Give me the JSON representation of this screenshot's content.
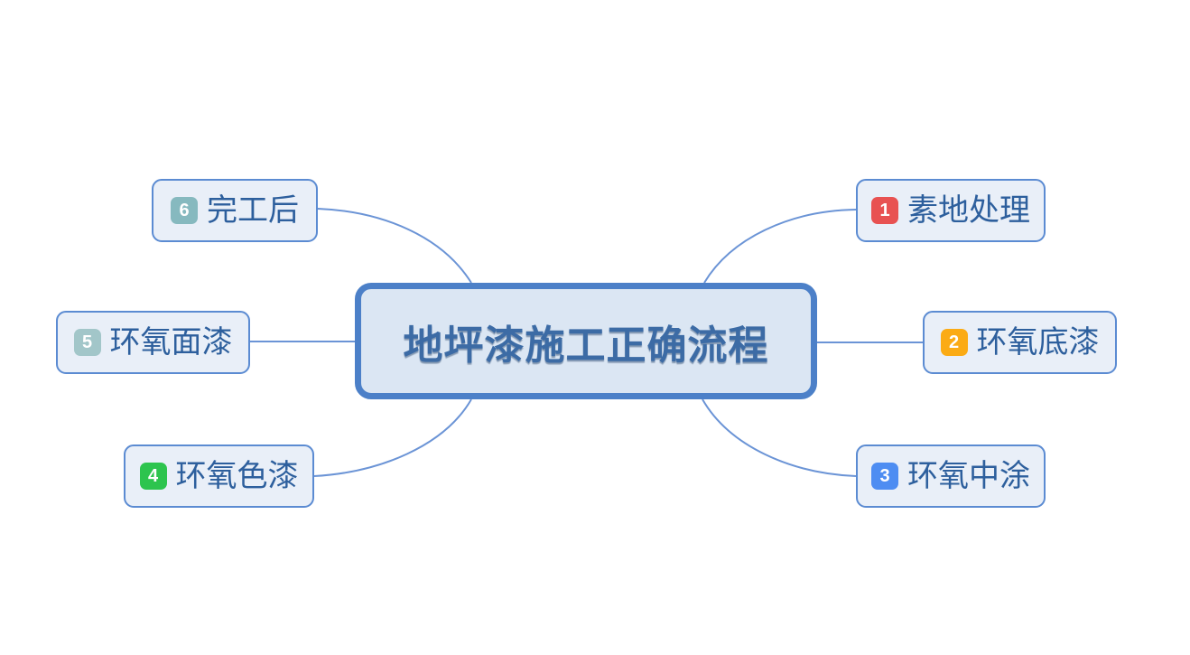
{
  "center": {
    "title": "地坪漆施工正确流程",
    "fill": "#dbe6f3",
    "border_color": "#4c80c8",
    "text_color": "#3c6ba5"
  },
  "nodes": [
    {
      "badge": "1",
      "label": "素地处理",
      "badge_color": "#e85252"
    },
    {
      "badge": "2",
      "label": "环氧底漆",
      "badge_color": "#fbab15"
    },
    {
      "badge": "3",
      "label": "环氧中涂",
      "badge_color": "#4e8df2"
    },
    {
      "badge": "4",
      "label": "环氧色漆",
      "badge_color": "#2dc44e"
    },
    {
      "badge": "5",
      "label": "环氧面漆",
      "badge_color": "#a2c6c9"
    },
    {
      "badge": "6",
      "label": "完工后",
      "badge_color": "#86b9bf"
    }
  ],
  "style": {
    "branch_fill": "#e9eff8",
    "branch_border_color": "#5b8bd2",
    "branch_text_color": "#2d5f9d",
    "connector_color": "#6b94d6",
    "background": "#ffffff"
  }
}
